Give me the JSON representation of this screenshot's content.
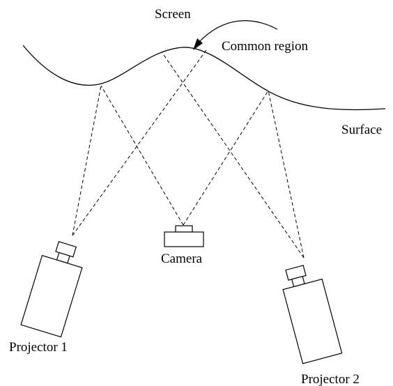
{
  "labels": {
    "screen": "Screen",
    "common_region": "Common region",
    "surface": "Surface",
    "camera": "Camera",
    "projector_1": "Projector 1",
    "projector_2": "Projector 2"
  },
  "colors": {
    "stroke": "#000000",
    "background": "#ffffff"
  }
}
